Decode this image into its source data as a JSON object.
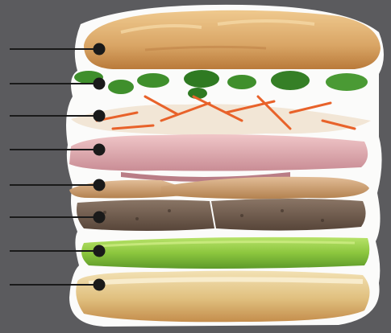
{
  "figure": {
    "background": "#5b5b5e",
    "layers": [
      {
        "name": "top-bread",
        "color": "#d9a86a"
      },
      {
        "name": "cilantro",
        "color": "#3f8f2c"
      },
      {
        "name": "pickled-carrot-daikon",
        "color": "#e8622a"
      },
      {
        "name": "ham-slice",
        "color": "#d9a6ad"
      },
      {
        "name": "roast-pork-slices",
        "color": "#c99a73"
      },
      {
        "name": "pate-meatloaf",
        "color": "#6e5a4c"
      },
      {
        "name": "cucumber-spear",
        "color": "#9cd04a"
      },
      {
        "name": "bottom-bread-mayo",
        "color": "#e9d39a"
      }
    ],
    "pointers": 8
  }
}
